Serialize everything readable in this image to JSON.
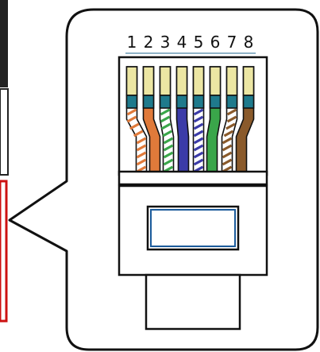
{
  "pin_numbers": [
    "1",
    "2",
    "3",
    "4",
    "5",
    "6",
    "7",
    "8"
  ],
  "wires": [
    {
      "pin": "1",
      "base": "#ffffff",
      "stripe": "#e07a3a",
      "pattern": "striped"
    },
    {
      "pin": "2",
      "base": "#e07a3a",
      "stripe": "#e07a3a",
      "pattern": "solid"
    },
    {
      "pin": "3",
      "base": "#ffffff",
      "stripe": "#3aa64a",
      "pattern": "striped"
    },
    {
      "pin": "4",
      "base": "#3b3ba8",
      "stripe": "#3b3ba8",
      "pattern": "solid"
    },
    {
      "pin": "5",
      "base": "#ffffff",
      "stripe": "#3b3ba8",
      "pattern": "striped"
    },
    {
      "pin": "6",
      "base": "#3aa64a",
      "stripe": "#3aa64a",
      "pattern": "solid"
    },
    {
      "pin": "7",
      "base": "#ffffff",
      "stripe": "#8a5a2b",
      "pattern": "striped"
    },
    {
      "pin": "8",
      "base": "#8a5a2b",
      "stripe": "#8a5a2b",
      "pattern": "solid"
    }
  ],
  "colors": {
    "outline": "#111111",
    "contact_tip": "#ece6a3",
    "contact_band": "#1f7a8c",
    "side_highlight": "#cc1111",
    "callout_bg": "#ffffff"
  }
}
